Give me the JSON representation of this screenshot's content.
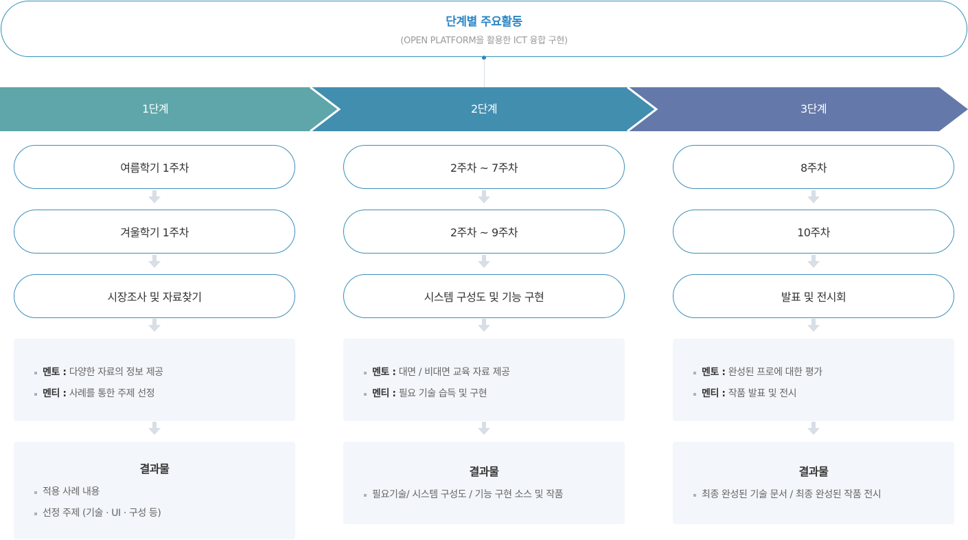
{
  "header": {
    "title": "단계별 주요활동",
    "subtitle": "(OPEN PLATFORM을 활용한 ICT 융합 구현)"
  },
  "colors": {
    "stage1": "#5ea6a9",
    "stage2": "#428eaf",
    "stage3": "#6479aa",
    "accent": "#2b86c5",
    "box_bg": "#f3f6fa"
  },
  "stages": [
    {
      "label": "1단계",
      "steps": [
        "여름학기 1주차",
        "겨울학기 1주차",
        "시장조사 및 자료찾기"
      ],
      "roles": [
        {
          "key": "멘토 :",
          "text": "다양한 자료의 정보 제공"
        },
        {
          "key": "멘티 :",
          "text": "사례를 통한 주제 선정"
        }
      ],
      "result_title": "결과물",
      "results": [
        "적용 사례 내용",
        "선정 주제 (기술 · UI · 구성 등)"
      ]
    },
    {
      "label": "2단계",
      "steps": [
        "2주차 ~ 7주차",
        "2주차 ~ 9주차",
        "시스템 구성도 및 기능 구현"
      ],
      "roles": [
        {
          "key": "멘토 :",
          "text": "대면 / 비대면 교육 자료 제공"
        },
        {
          "key": "멘티 :",
          "text": "필요 기술 습득 및 구현"
        }
      ],
      "result_title": "결과물",
      "results": [
        "필요기술/ 시스템 구성도 / 기능 구현 소스 및 작품"
      ]
    },
    {
      "label": "3단계",
      "steps": [
        "8주차",
        "10주차",
        "발표 및 전시회"
      ],
      "roles": [
        {
          "key": "멘토 :",
          "text": "완성된 프로에 대한 평가"
        },
        {
          "key": "멘티 :",
          "text": "작품 발표 및 전시"
        }
      ],
      "result_title": "결과물",
      "results": [
        "최종 완성된 기술 문서 / 최종 완성된 작품 전시"
      ]
    }
  ]
}
